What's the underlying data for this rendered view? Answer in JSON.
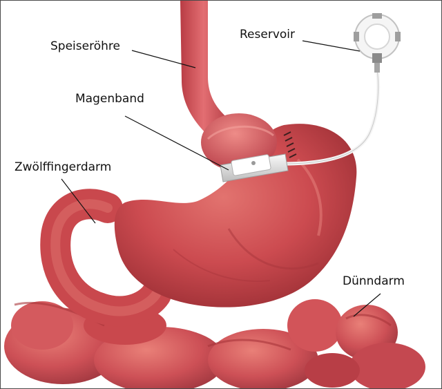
{
  "labels": {
    "speiseroehre": "Speiseröhre",
    "reservoir": "Reservoir",
    "magenband": "Magenband",
    "zwoelffingerdarm": "Zwölffingerdarm",
    "duenndarm": "Dünndarm"
  },
  "colors": {
    "tissue": "#c9484d",
    "tissue_dark": "#a8353b",
    "tissue_light": "#e27a74",
    "band": "#e6e6e6",
    "tube": "#f2f2f2",
    "leader_line": "#111111"
  }
}
